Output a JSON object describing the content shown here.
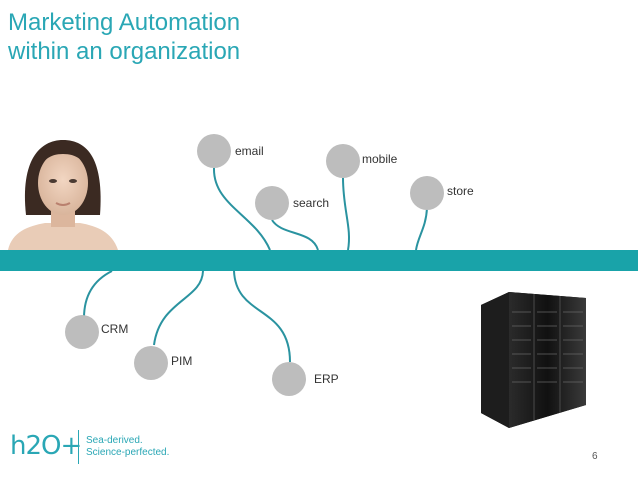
{
  "title": {
    "line1": "Marketing Automation",
    "line2": "within an organization"
  },
  "nodes": {
    "email": "email",
    "search": "search",
    "mobile": "mobile",
    "store": "store",
    "crm": "CRM",
    "pim": "PIM",
    "erp": "ERP"
  },
  "footer": {
    "logo_mark": "h2O+",
    "tagline_line1": "Sea-derived.",
    "tagline_line2": "Science-perfected.",
    "page_number": "6"
  },
  "colors": {
    "accent": "#2aa7b5",
    "bar": "#19a3a9",
    "node": "#bdbdbd",
    "connector": "#2a93a0"
  },
  "icons": {
    "person": "woman-portrait",
    "server": "server-rack"
  }
}
